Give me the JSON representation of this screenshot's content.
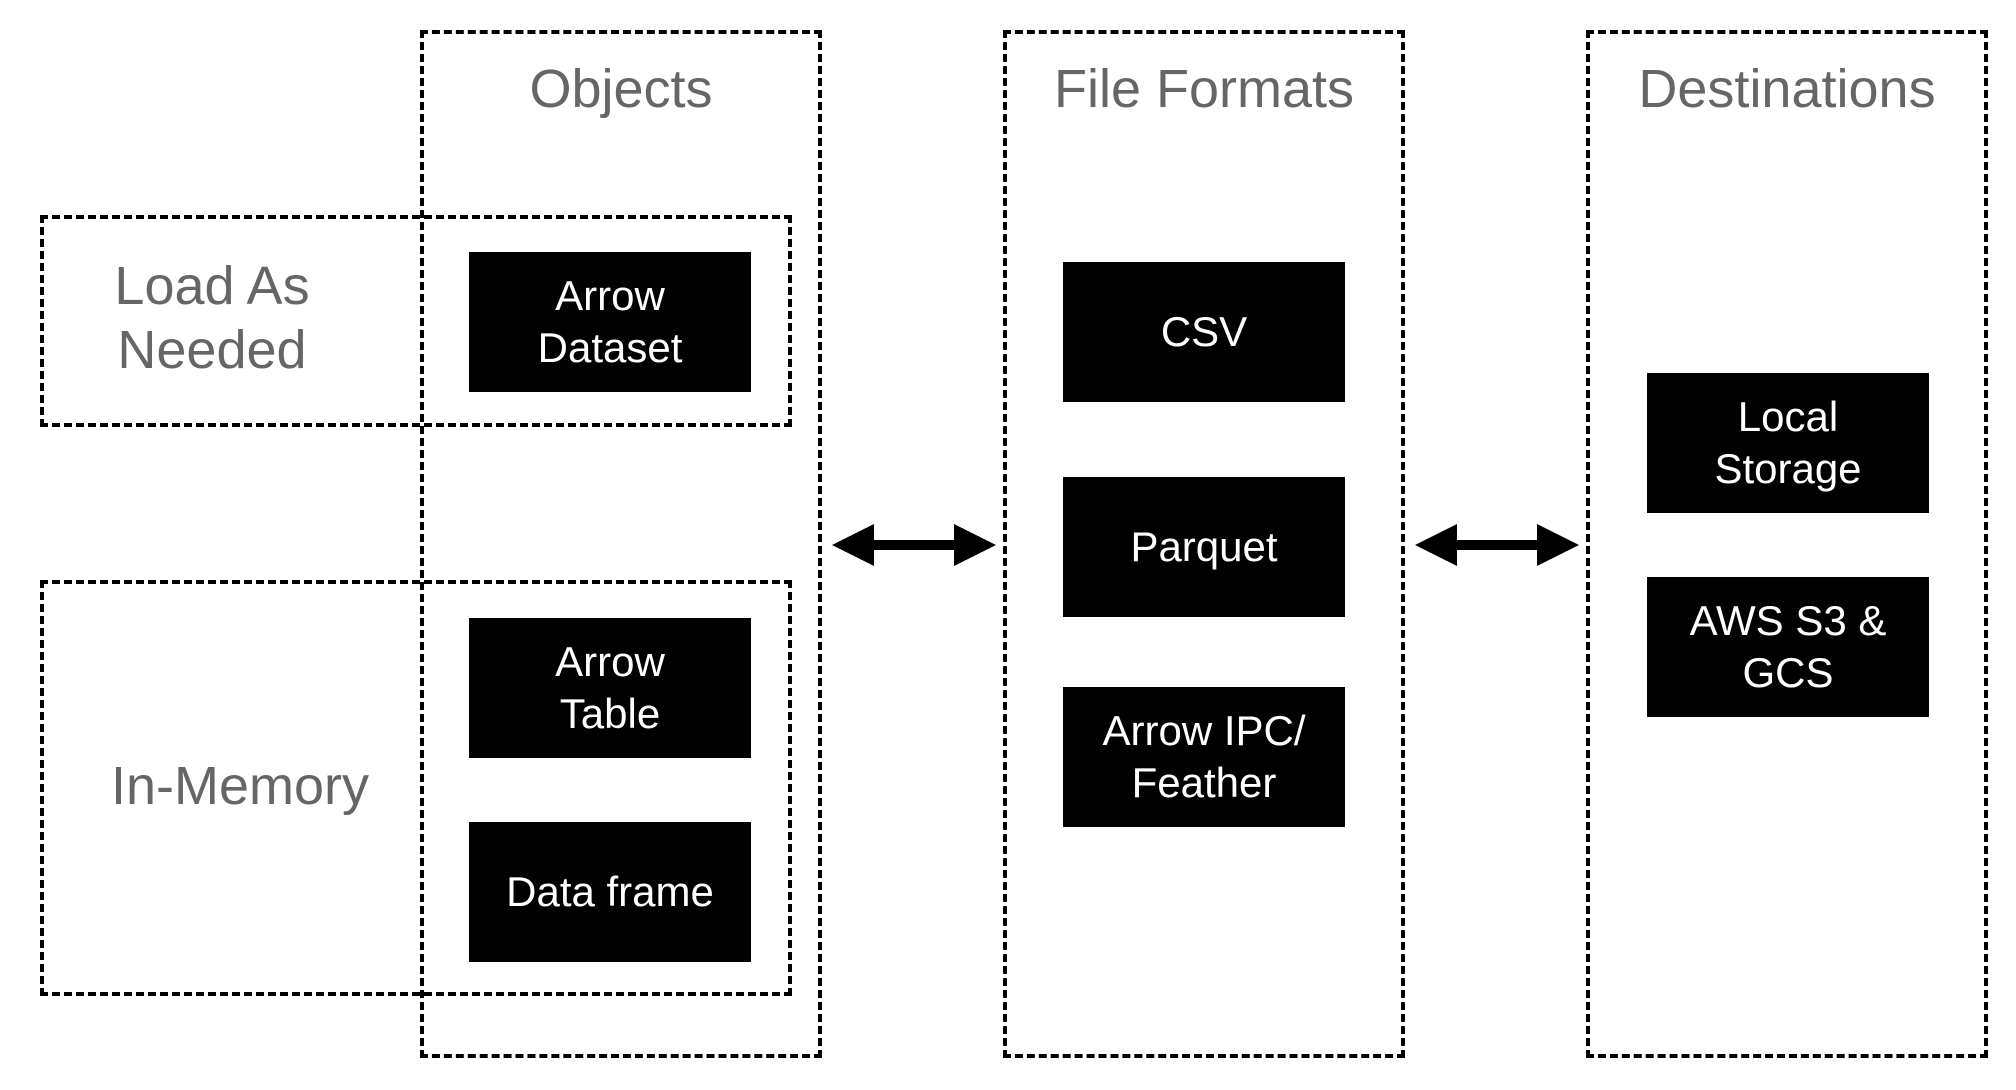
{
  "columns": {
    "objects": "Objects",
    "file_formats": "File Formats",
    "destinations": "Destinations"
  },
  "groups": {
    "load_as_needed": [
      "Load As",
      "Needed"
    ],
    "in_memory": "In-Memory"
  },
  "objects": {
    "arrow_dataset": [
      "Arrow",
      "Dataset"
    ],
    "arrow_table": [
      "Arrow",
      "Table"
    ],
    "data_frame": "Data frame"
  },
  "formats": {
    "csv": "CSV",
    "parquet": "Parquet",
    "arrow_ipc": [
      "Arrow IPC/",
      "Feather"
    ]
  },
  "destinations": {
    "local_storage": [
      "Local",
      "Storage"
    ],
    "cloud": [
      "AWS S3 &",
      "GCS"
    ]
  },
  "colors": {
    "label_gray": "#666666",
    "box_fill": "#000000",
    "box_text": "#ffffff"
  }
}
